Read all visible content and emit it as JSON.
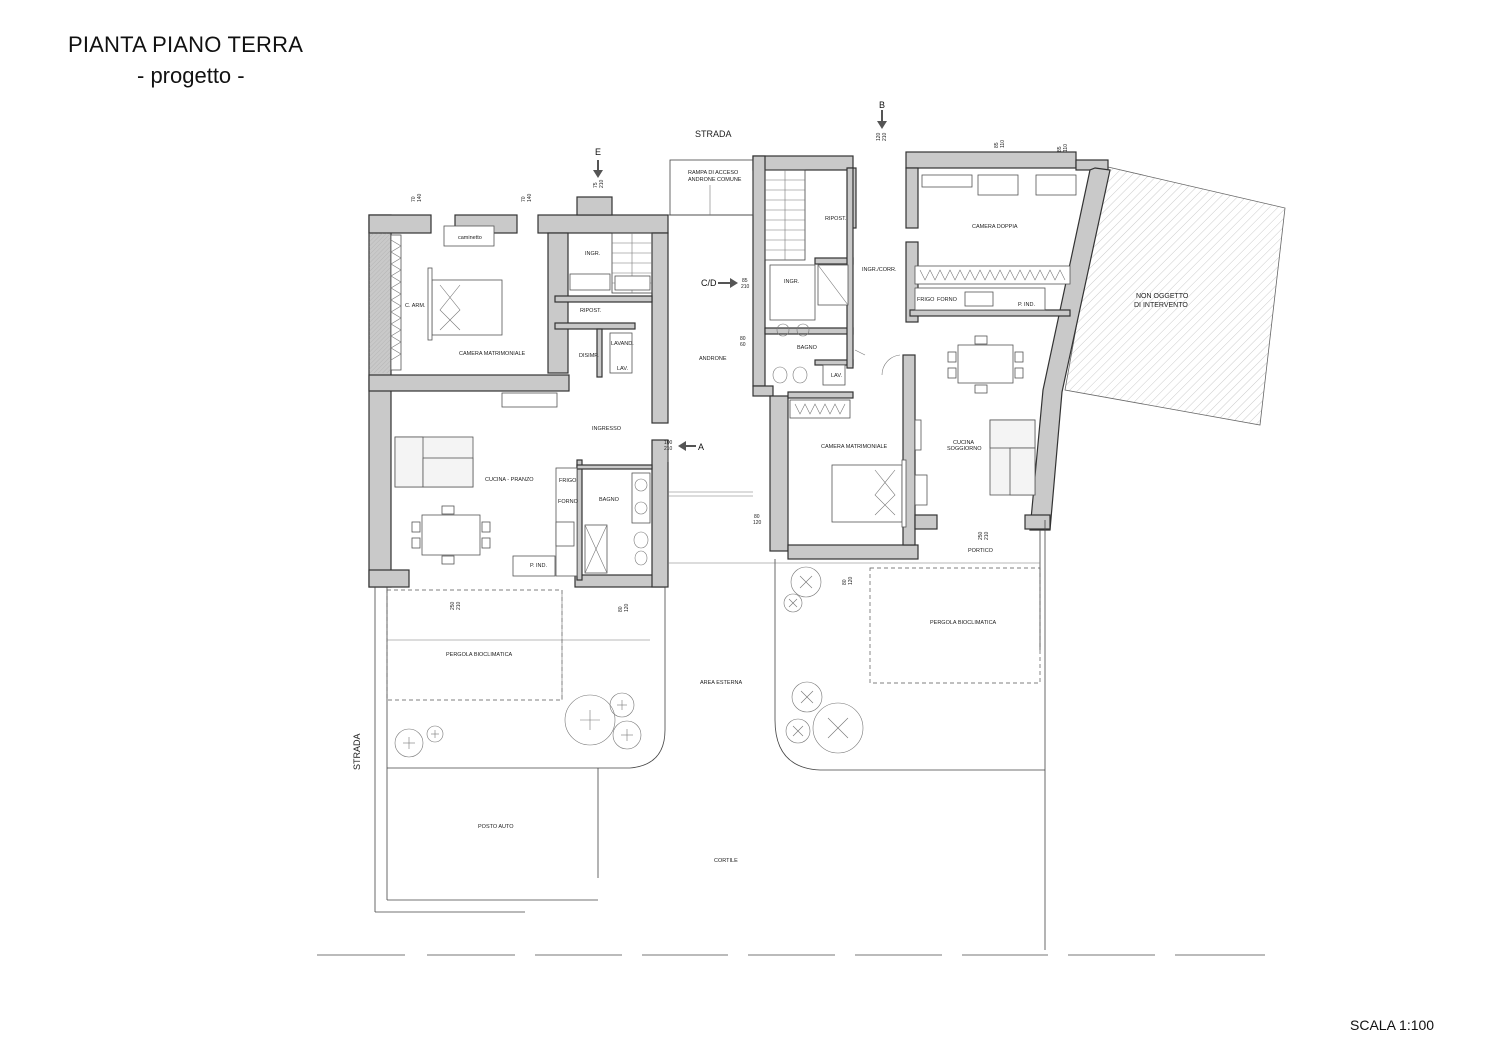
{
  "title": "PIANTA PIANO TERRA",
  "subtitle": "- progetto -",
  "scale": "SCALA 1:100",
  "streets": {
    "top": "STRADA",
    "left": "STRADA"
  },
  "markers": {
    "a": "A",
    "b": "B",
    "cd": "C/D",
    "e": "E"
  },
  "rooms": {
    "rampa_line1": "RAMPA DI ACCESO",
    "rampa_line2": "ANDRONE COMUNE",
    "caminetto": "caminetto",
    "camera_matrimoniale_left": "CAMERA MATRIMONIALE",
    "c_arm": "C. ARM.",
    "ingr_left": "INGR.",
    "ripost_left": "RIPOST.",
    "disimp": "DISIMP.",
    "lavand": "LAVAND.",
    "lav_left": "LAV.",
    "ingresso": "INGRESSO",
    "cucina_pranzo": "CUCINA - PRANZO",
    "frigo_left": "FRIGO",
    "forno_left": "FORNO",
    "pind_left": "P. IND.",
    "bagno_left": "BAGNO",
    "androne": "ANDRONE",
    "ingr_right": "INGR.",
    "ripost_right": "RIPOST.",
    "bagno_right": "BAGNO",
    "lav_right": "LAV.",
    "ingr_corr": "INGR./CORR.",
    "camera_doppia": "CAMERA DOPPIA",
    "frigo_right": "FRIGO",
    "forno_right": "FORNO",
    "pind_right": "P. IND.",
    "camera_matrimoniale_right": "CAMERA MATRIMONIALE",
    "cucina": "CUCINA",
    "soggiorno": "SOGGIORNO",
    "portico": "PORTICO",
    "non_oggetto_1": "NON OGGETTO",
    "non_oggetto_2": "DI INTERVENTO",
    "pergola_left": "PERGOLA BIOCLIMATICA",
    "pergola_right": "PERGOLA BIOCLIMATICA",
    "area_esterna": "AREA ESTERNA",
    "posto_auto": "POSTO AUTO",
    "cortile": "CORTILE"
  },
  "dims": {
    "d70_140_a_top": "70",
    "d70_140_a_bot": "140",
    "d70_140_b_top": "70",
    "d70_140_b_bot": "140",
    "d75_210_top": "75",
    "d75_210_bot": "210",
    "d120_210_top": "120",
    "d120_210_bot": "210",
    "d85_110_a_top": "85",
    "d85_110_a_bot": "110",
    "d85_110_b_top": "85",
    "d85_110_b_bot": "110",
    "d85_210_top": "85",
    "d85_210_bot": "210",
    "d80_60_top": "80",
    "d80_60_bot": "60",
    "d100_210_top": "100",
    "d100_210_bot": "210",
    "d80_120_a_top": "80",
    "d80_120_a_bot": "120",
    "d250_210_a_top": "250",
    "d250_210_a_bot": "210",
    "d80_120_b_top": "80",
    "d80_120_b_bot": "120",
    "d80_120_c_top": "80",
    "d80_120_c_bot": "120",
    "d250_210_b_top": "250",
    "d250_210_b_bot": "210"
  }
}
